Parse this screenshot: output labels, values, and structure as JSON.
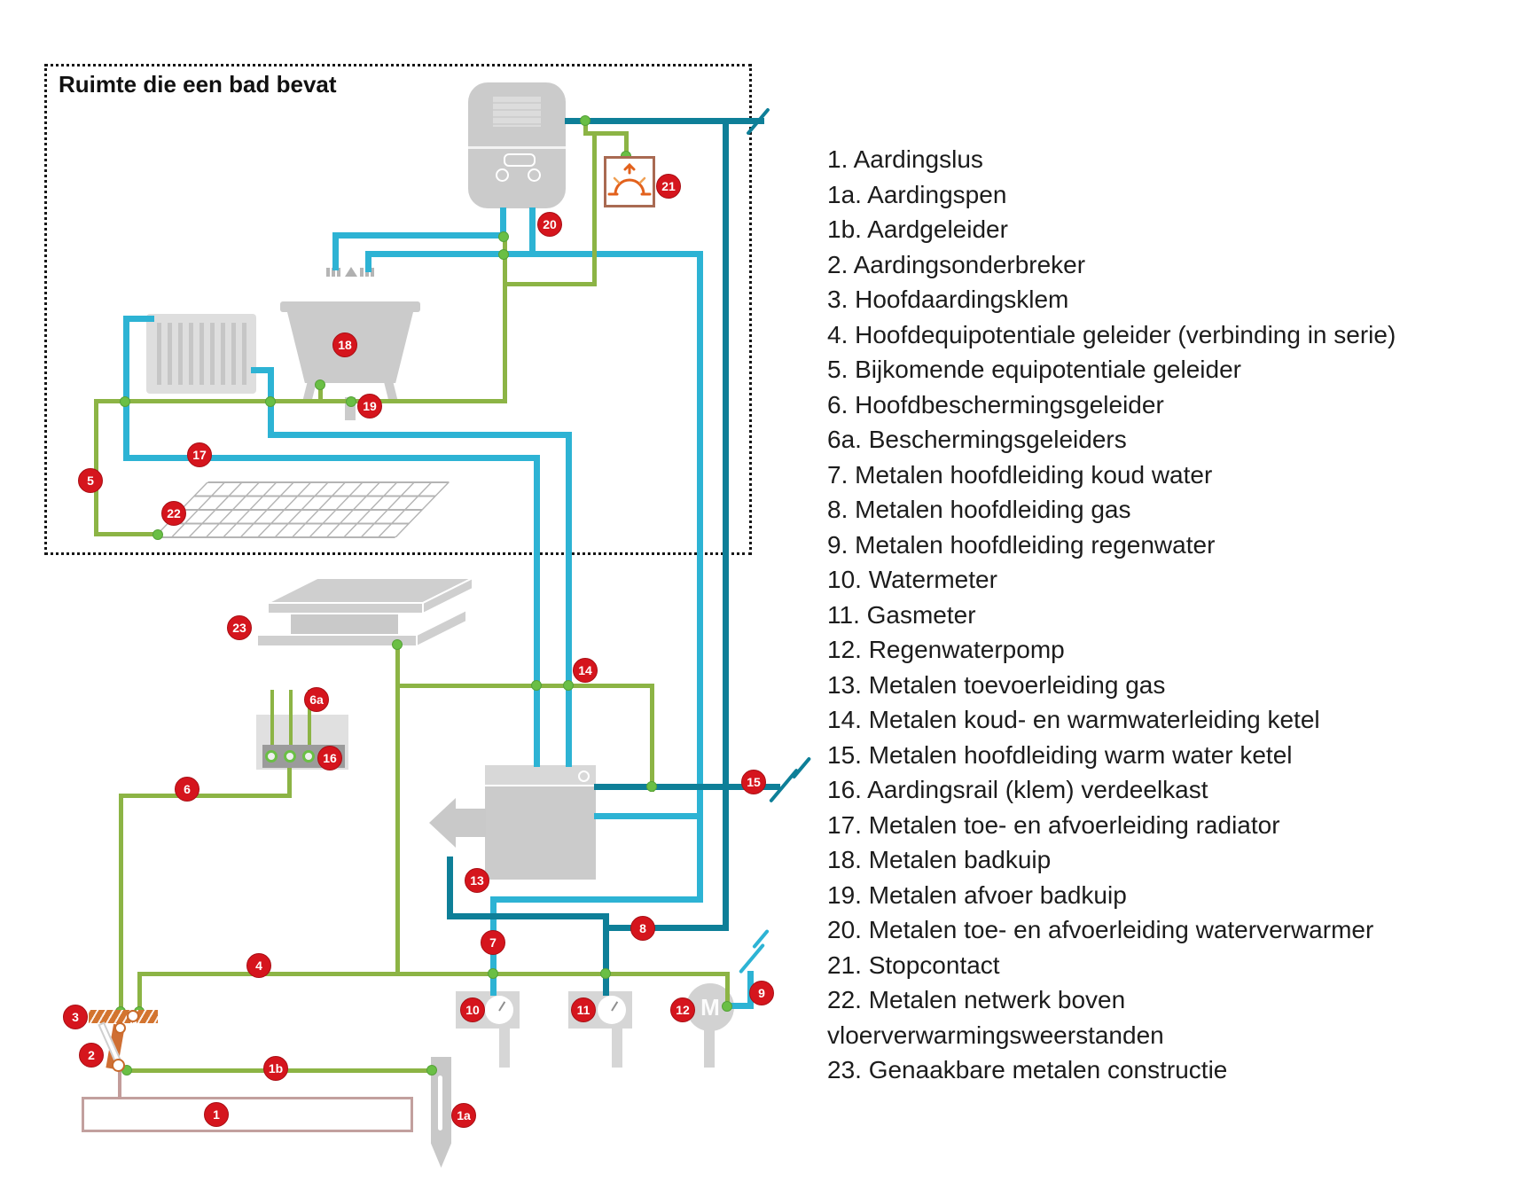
{
  "room_label": "Ruimte die een bad bevat",
  "pump": {
    "label": "M"
  },
  "colors": {
    "earth_green": "#8cb445",
    "junction_green": "#6abf45",
    "water_cyan": "#2db3d4",
    "gas_teal": "#0e7f98",
    "badge_red": "#d5151d",
    "clamp_orange": "#d3742f",
    "appliance_gray": "#cbcbcb",
    "loop_pink": "#c39c9a"
  },
  "badges": [
    {
      "label": "1"
    },
    {
      "label": "1a"
    },
    {
      "label": "1b"
    },
    {
      "label": "2"
    },
    {
      "label": "3"
    },
    {
      "label": "4"
    },
    {
      "label": "5"
    },
    {
      "label": "6"
    },
    {
      "label": "6a"
    },
    {
      "label": "7"
    },
    {
      "label": "8"
    },
    {
      "label": "9"
    },
    {
      "label": "10"
    },
    {
      "label": "11"
    },
    {
      "label": "12"
    },
    {
      "label": "13"
    },
    {
      "label": "14"
    },
    {
      "label": "15"
    },
    {
      "label": "16"
    },
    {
      "label": "17"
    },
    {
      "label": "18"
    },
    {
      "label": "19"
    },
    {
      "label": "20"
    },
    {
      "label": "21"
    },
    {
      "label": "22"
    },
    {
      "label": "23"
    }
  ],
  "legend": {
    "items": [
      "1. Aardingslus",
      "1a. Aardingspen",
      "1b. Aardgeleider",
      "2. Aardingsonderbreker",
      "3. Hoofdaardingsklem",
      "4. Hoofdequipotentiale geleider (verbinding in serie)",
      "5. Bijkomende equipotentiale geleider",
      "6. Hoofdbeschermingsgeleider",
      "6a. Beschermingsgeleiders",
      "7. Metalen hoofdleiding koud water",
      "8. Metalen hoofdleiding gas",
      "9. Metalen hoofdleiding regenwater",
      "10. Watermeter",
      "11. Gasmeter",
      "12. Regenwaterpomp",
      "13. Metalen toevoerleiding gas",
      "14. Metalen koud- en warmwaterleiding ketel",
      "15. Metalen hoofdleiding warm water ketel",
      "16. Aardingsrail (klem) verdeelkast",
      "17. Metalen toe- en afvoerleiding radiator",
      "18. Metalen badkuip",
      "19. Metalen afvoer badkuip",
      "20. Metalen toe- en afvoerleiding waterverwarmer",
      "21. Stopcontact",
      "22. Metalen netwerk boven",
      "vloerverwarmingsweerstanden",
      "23. Genaakbare metalen constructie"
    ]
  }
}
